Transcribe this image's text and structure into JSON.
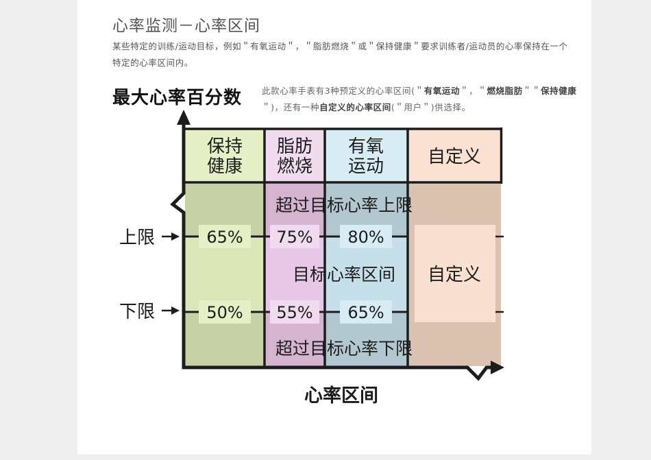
{
  "header": {
    "title": "心率监测－心率区间",
    "description": "某些特定的训练/运动目标，例如＂有氧运动＂，＂脂肪燃烧＂或＂保持健康＂要求训练者/运动员的心率保持在一个特定的心率区间内。"
  },
  "diagram": {
    "y_axis_title": "最大心率百分数",
    "x_axis_title": "心率区间",
    "note": {
      "p1": "此款心率手表有3种预定义的心率区间(＂",
      "b1": "有氧运动",
      "p2": "＂，＂",
      "b2": "燃烧脂肪",
      "p3": "＂＂",
      "b3": "保持健康",
      "p4": "＂)，还有一种",
      "b4": "自定义的心率区间",
      "p5": "(＂用户＂)供选择。"
    },
    "columns": [
      {
        "line1": "保持",
        "line2": "健康",
        "upper": "65%",
        "lower": "50%",
        "header_color": "#e6efc6",
        "body_color": "#c7d1a6",
        "band_color": "#dbe6b9"
      },
      {
        "line1": "脂肪",
        "line2": "燃烧",
        "upper": "75%",
        "lower": "55%",
        "header_color": "#f1dcef",
        "body_color": "#d4b4cf",
        "band_color": "#e7c8e6"
      },
      {
        "line1": "有氧",
        "line2": "运动",
        "upper": "80%",
        "lower": "65%",
        "header_color": "#d7ecf5",
        "body_color": "#b2c7cf",
        "band_color": "#c6e0ea"
      },
      {
        "line1": "自定义",
        "line2": "",
        "header_color": "#fbe1d1",
        "body_color": "#dcc2b1",
        "band_color": "#f9e0d0"
      }
    ],
    "custom_zone_label": "自定义",
    "above_label": "超过目标心率上限",
    "target_label": "目标心率区间",
    "below_label": "超过目标心率下限",
    "upper_label": "上限",
    "lower_label": "下限",
    "axis_color": "#1c1c1c"
  }
}
